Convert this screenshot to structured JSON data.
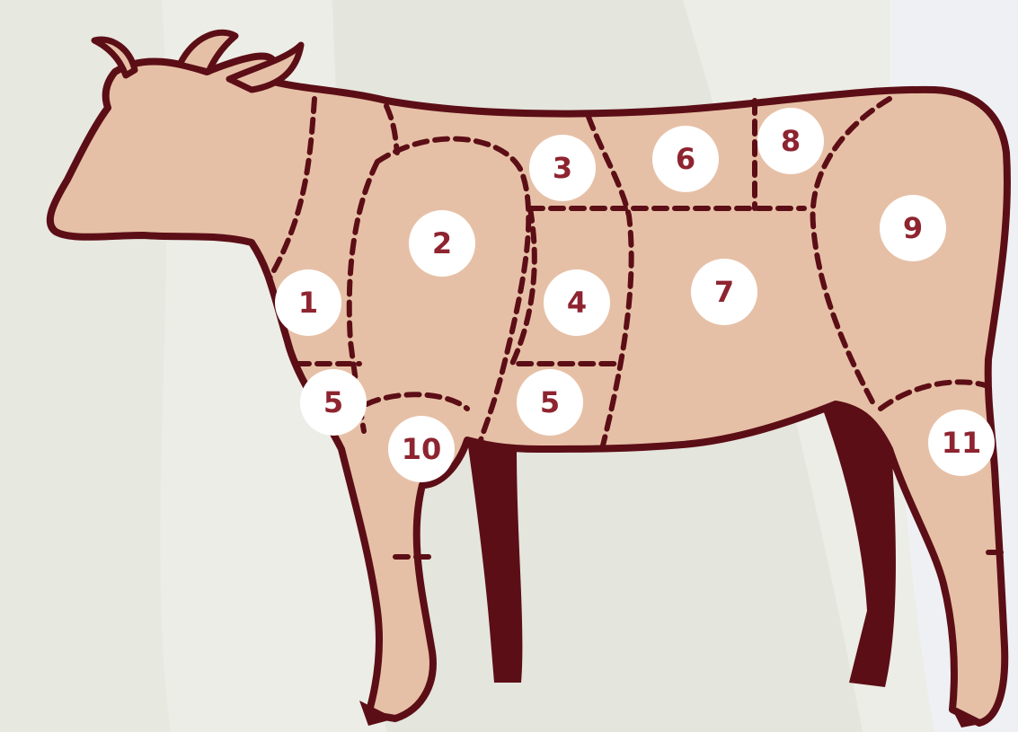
{
  "colors": {
    "background": "#ecede6",
    "body_fill": "#e6c0a6",
    "outline": "#5c0e16",
    "shadow_legs": "#5c0e16",
    "label_bg": "#ffffff",
    "label_text": "#8e2430"
  },
  "cuts": [
    {
      "id": "cut-1",
      "label": "1"
    },
    {
      "id": "cut-2",
      "label": "2"
    },
    {
      "id": "cut-3",
      "label": "3"
    },
    {
      "id": "cut-4",
      "label": "4"
    },
    {
      "id": "cut-5-front",
      "label": "5"
    },
    {
      "id": "cut-5-mid",
      "label": "5"
    },
    {
      "id": "cut-6",
      "label": "6"
    },
    {
      "id": "cut-7",
      "label": "7"
    },
    {
      "id": "cut-8",
      "label": "8"
    },
    {
      "id": "cut-9",
      "label": "9"
    },
    {
      "id": "cut-10",
      "label": "10"
    },
    {
      "id": "cut-11",
      "label": "11"
    }
  ]
}
